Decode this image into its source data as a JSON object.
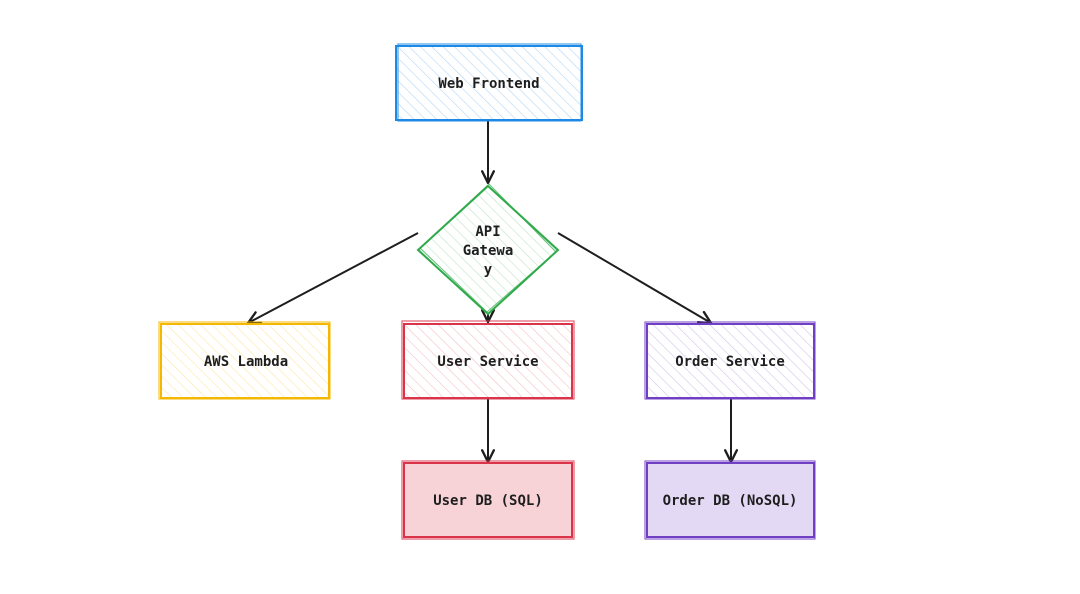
{
  "diagram": {
    "nodes": {
      "web_frontend": {
        "label": "Web Frontend",
        "stroke": "#1e88e5",
        "fill": "#d6ebfb",
        "style": "hatch"
      },
      "api_gateway": {
        "label_lines": [
          "API",
          "Gatewa",
          "y"
        ],
        "stroke": "#2faa4a",
        "fill": "#dff3e3",
        "style": "hatch"
      },
      "aws_lambda": {
        "label": "AWS Lambda",
        "stroke": "#f5b800",
        "fill": "#fdf3c7",
        "style": "hatch"
      },
      "user_service": {
        "label": "User Service",
        "stroke": "#d9344a",
        "fill": "#f7d3d8",
        "style": "hatch"
      },
      "order_service": {
        "label": "Order Service",
        "stroke": "#6f3fc4",
        "fill": "#e3d9f5",
        "style": "hatch"
      },
      "user_db": {
        "label": "User DB (SQL)",
        "stroke": "#d9344a",
        "fill": "#f7d3d8",
        "style": "solid"
      },
      "order_db": {
        "label": "Order DB (NoSQL)",
        "stroke": "#6f3fc4",
        "fill": "#e3d9f5",
        "style": "solid"
      }
    },
    "edges": [
      {
        "from": "web_frontend",
        "to": "api_gateway"
      },
      {
        "from": "api_gateway",
        "to": "aws_lambda"
      },
      {
        "from": "api_gateway",
        "to": "user_service"
      },
      {
        "from": "api_gateway",
        "to": "order_service"
      },
      {
        "from": "user_service",
        "to": "user_db"
      },
      {
        "from": "order_service",
        "to": "order_db"
      }
    ],
    "edge_color": "#1e1e1e"
  }
}
